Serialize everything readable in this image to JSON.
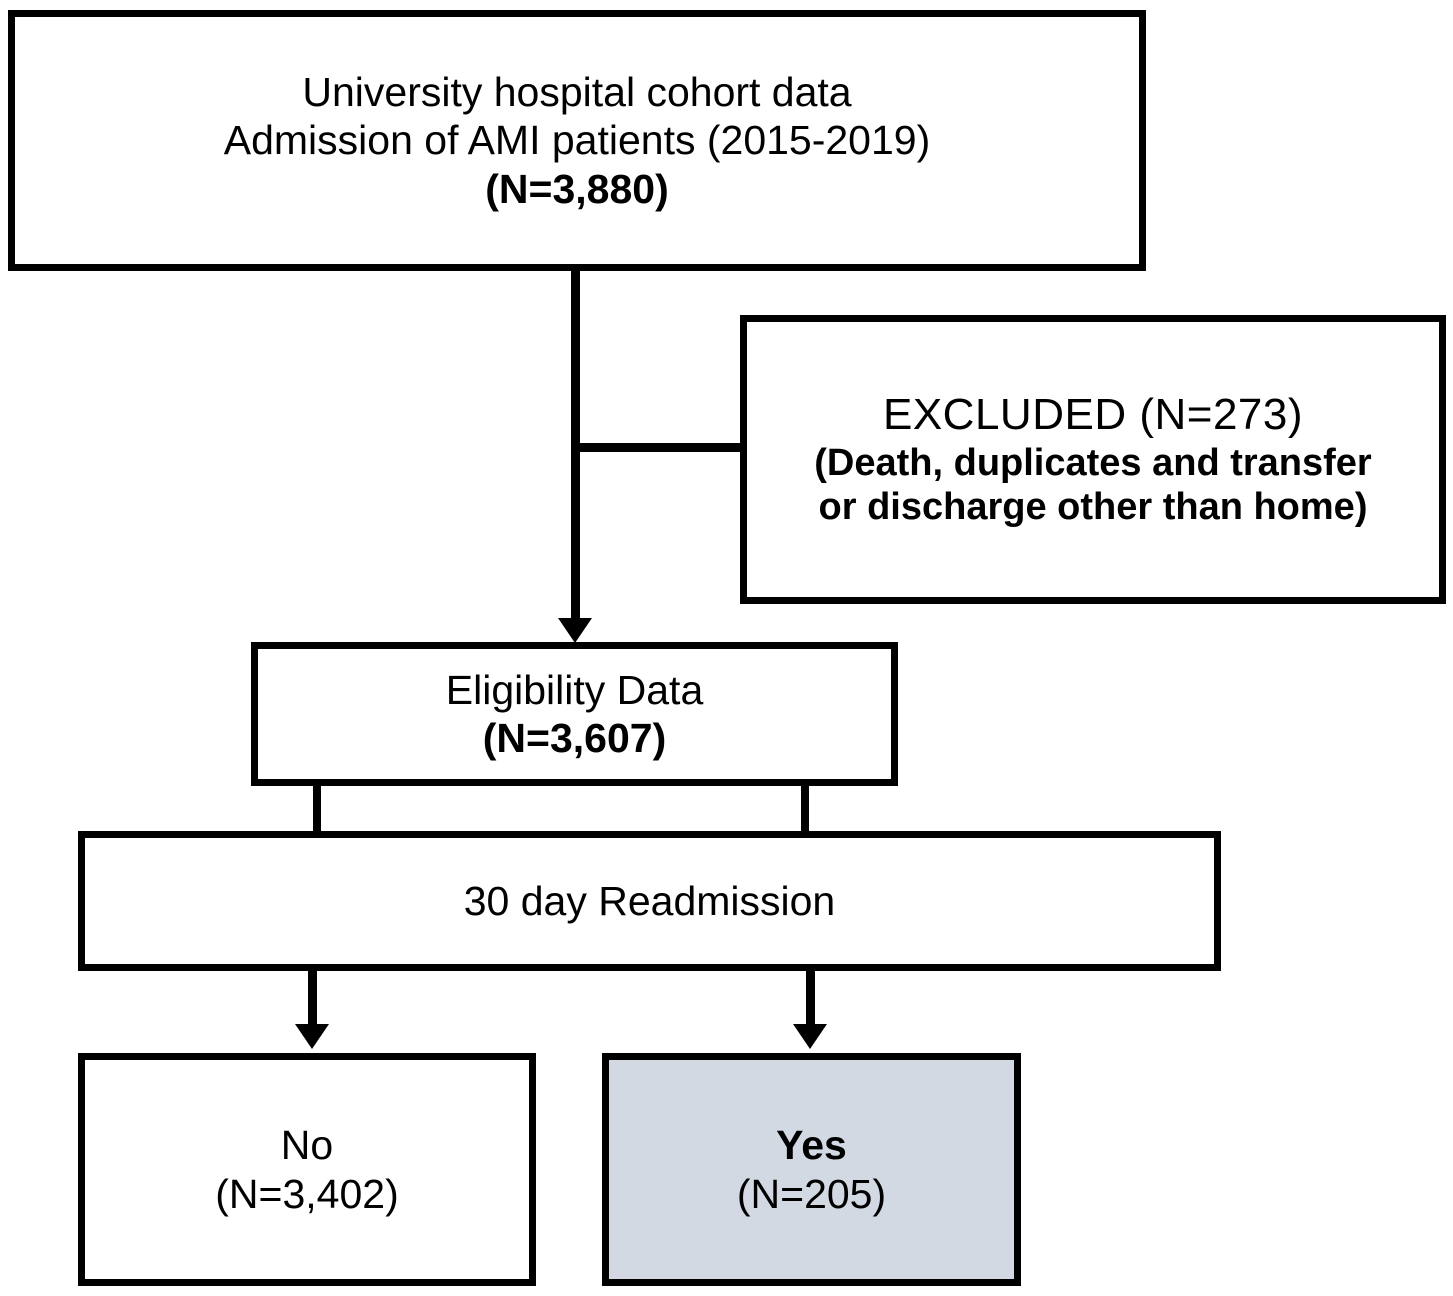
{
  "diagram": {
    "title": "AMI patient cohort selection flow",
    "type": "flowchart",
    "colors": {
      "stroke": "#000000",
      "background": "#ffffff",
      "highlight_fill": "#d3d9e3"
    }
  },
  "nodes": {
    "source": {
      "line1": "University hospital cohort data",
      "line2": "Admission of AMI patients  (2015-2019)",
      "line3": "(N=3,880)",
      "count": 3880
    },
    "excluded": {
      "line1": "EXCLUDED  (N=273)",
      "line2": "(Death, duplicates and transfer",
      "line3": "or discharge other than home)",
      "count": 273
    },
    "eligibility": {
      "line1": "Eligibility Data",
      "line2": "(N=3,607)",
      "count": 3607
    },
    "readmission": {
      "line1": "30 day Readmission"
    },
    "no": {
      "line1": "No",
      "line2": "(N=3,402)",
      "count": 3402
    },
    "yes": {
      "line1": "Yes",
      "line2": "(N=205)",
      "count": 205
    }
  }
}
